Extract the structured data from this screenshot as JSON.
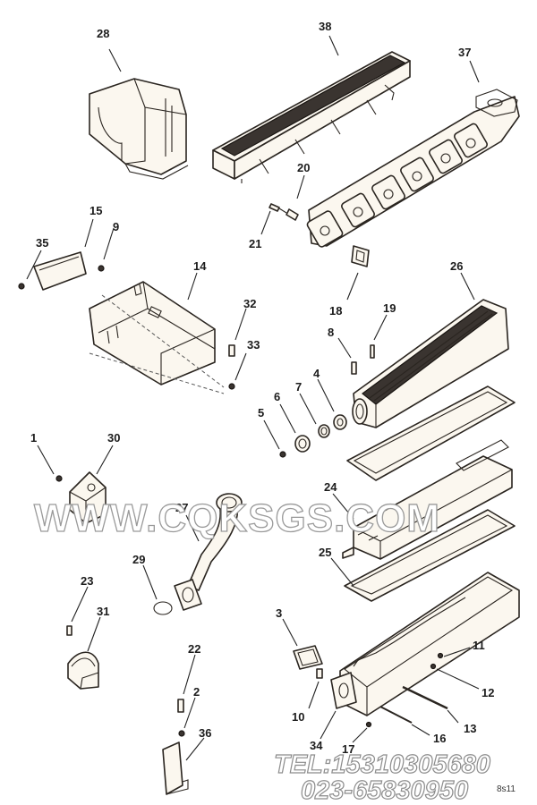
{
  "callouts": [
    "28",
    "38",
    "37",
    "20",
    "21",
    "15",
    "9",
    "35",
    "14",
    "18",
    "26",
    "32",
    "33",
    "19",
    "8",
    "4",
    "7",
    "6",
    "5",
    "1",
    "30",
    "24",
    "27",
    "29",
    "25",
    "23",
    "31",
    "3",
    "11",
    "22",
    "2",
    "12",
    "10",
    "13",
    "36",
    "34",
    "17",
    "16"
  ],
  "watermark": "WWW.CQKSGS.COM",
  "contact": {
    "tel": "TEL:15310305680",
    "phone": "023-65830950"
  },
  "footer_code": "8s11"
}
